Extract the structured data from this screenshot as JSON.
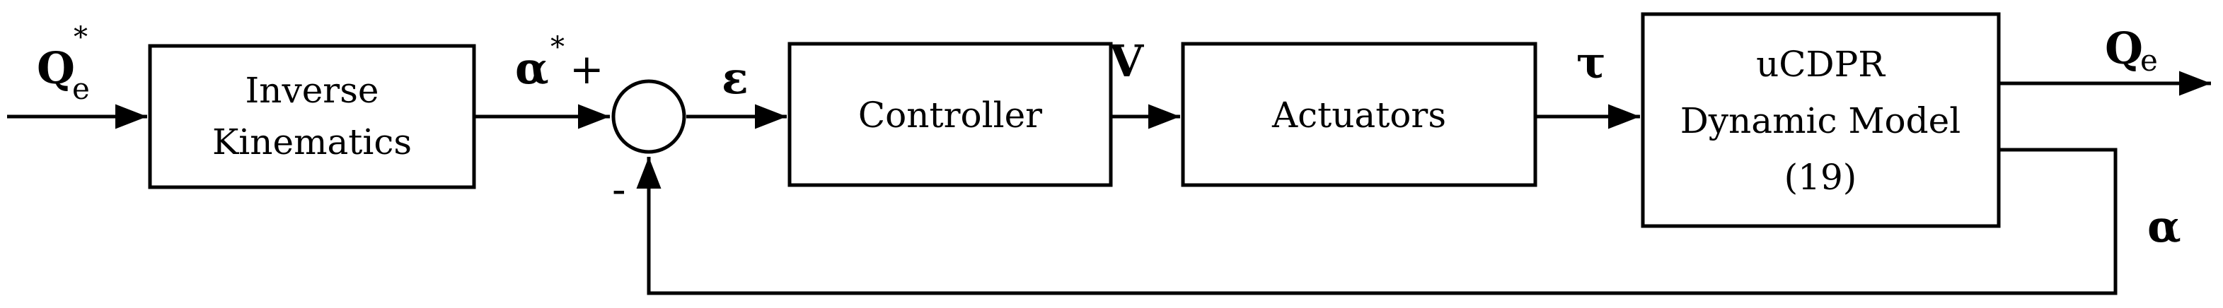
{
  "blocks": {
    "inverse_kinematics": {
      "line1": "Inverse",
      "line2": "Kinematics"
    },
    "controller": {
      "label": "Controller"
    },
    "actuators": {
      "label": "Actuators"
    },
    "dynamic_model": {
      "line1": "uCDPR",
      "line2": "Dynamic Model",
      "line3": "(19)"
    }
  },
  "signals": {
    "q_ref": {
      "symbol": "Q",
      "subscript": "e",
      "superscript": "*"
    },
    "alpha_ref": {
      "symbol": "α",
      "superscript": "*"
    },
    "error": {
      "symbol": "ε"
    },
    "voltage": {
      "symbol": "V"
    },
    "torque": {
      "symbol": "τ"
    },
    "q_out": {
      "symbol": "Q",
      "subscript": "e"
    },
    "alpha_fb": {
      "symbol": "α"
    }
  },
  "summing_junction": {
    "plus_sign": "+",
    "minus_sign": "-"
  }
}
